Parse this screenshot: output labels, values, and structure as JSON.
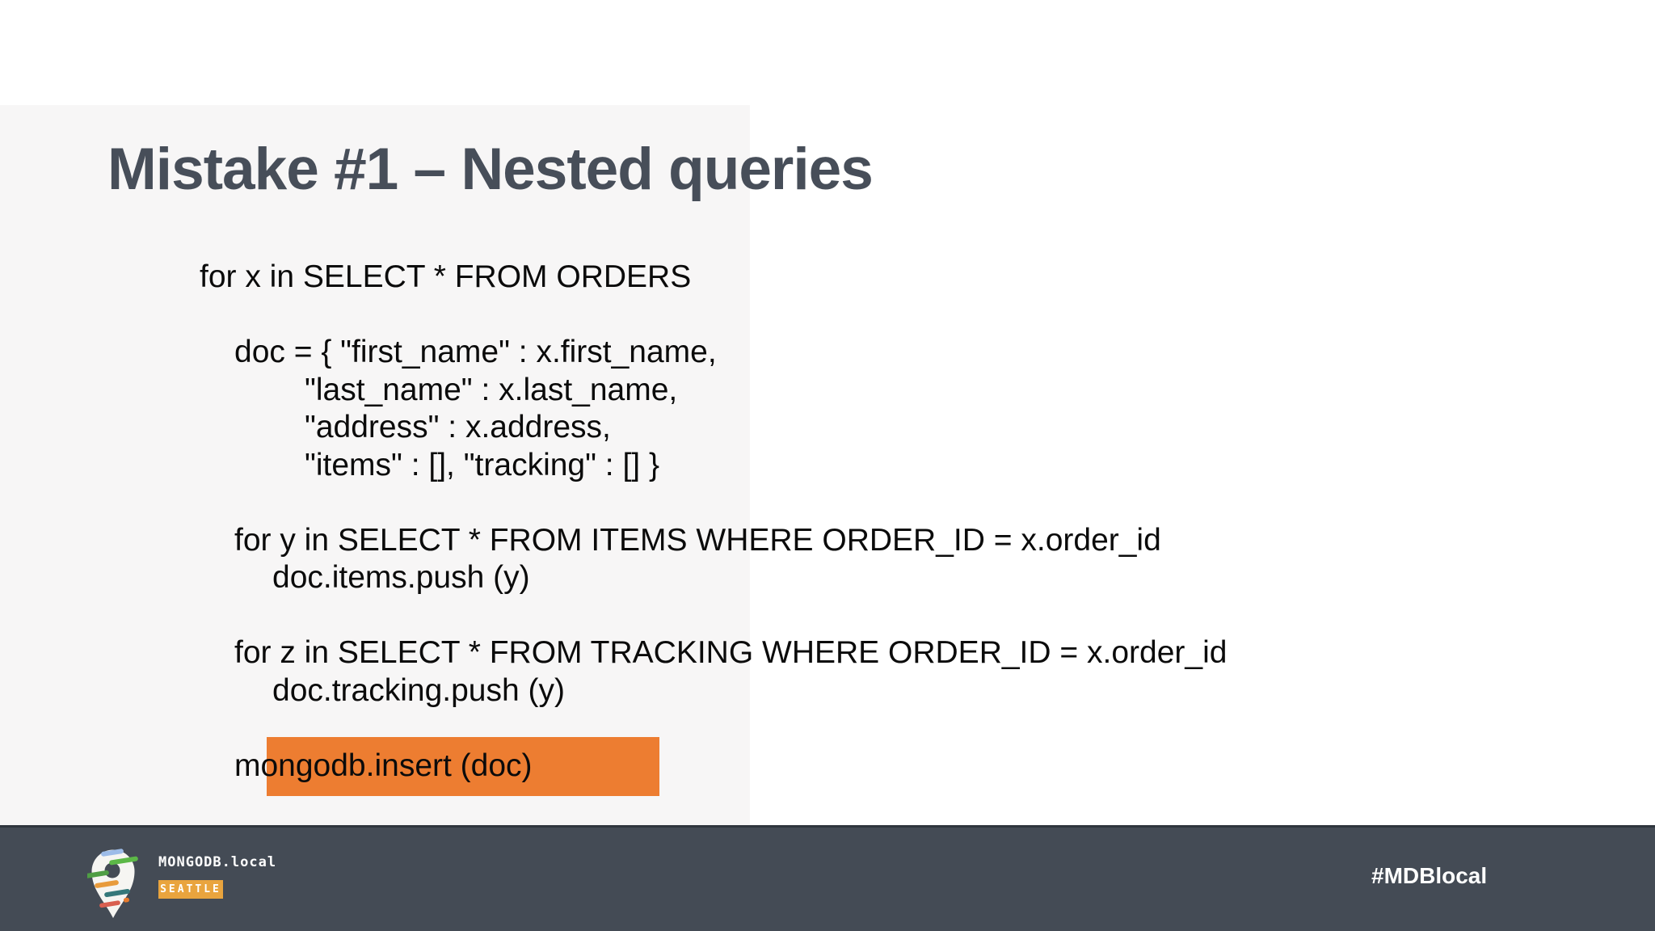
{
  "slide": {
    "title": "Mistake #1 – Nested queries",
    "code": {
      "lines": [
        "for x in SELECT * FROM ORDERS",
        "",
        "doc = { \"first_name\" : x.first_name,",
        "\"last_name\" : x.last_name,",
        "\"address\" : x.address,",
        "\"items\" : [], \"tracking\" : [] }",
        "",
        "for y in SELECT * FROM ITEMS WHERE ORDER_ID = x.order_id",
        "doc.items.push (y)",
        "",
        "for z in SELECT * FROM TRACKING WHERE ORDER_ID = x.order_id",
        "doc.tracking.push (y)",
        "",
        "mongodb.insert (doc)"
      ],
      "highlight_line": "mongodb.insert (doc)",
      "highlight_color": "#ed7d31"
    },
    "footer": {
      "brand": "MONGODB.local",
      "city": "SEATTLE",
      "hashtag": "#MDBlocal",
      "bar_color": "#444b55",
      "badge_color": "#e9a43e"
    },
    "colors": {
      "title": "#474e59",
      "code_text": "#0b0b0b",
      "background": "#ffffff"
    }
  }
}
